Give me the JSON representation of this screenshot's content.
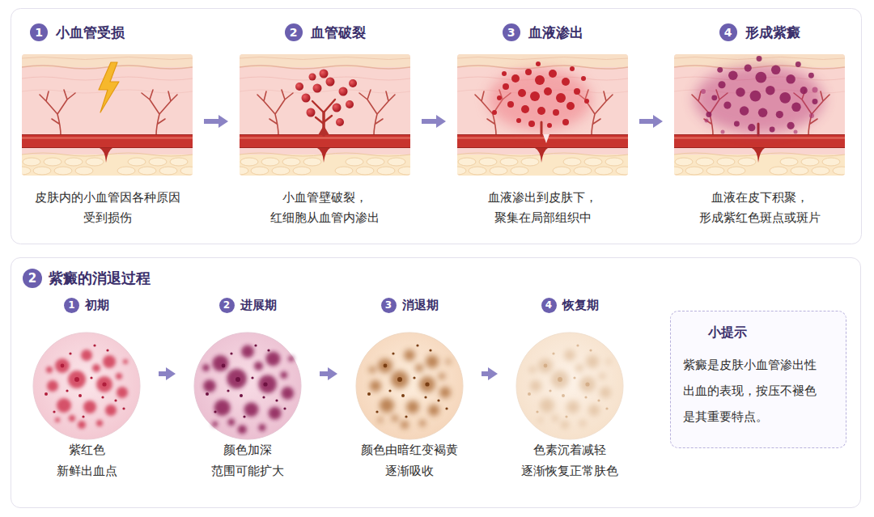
{
  "diagram": {
    "nodes": [
      {
        "text": [
          "1",
          "小血管受损",
          "皮肤内的小血管因各种原因 受到损伤"
        ]
      },
      {
        "text": [
          "2",
          "血管破裂",
          "小血管壁破裂， 红细胞从血管内渗出"
        ]
      },
      {
        "text": [
          "3",
          "血液渗出",
          "血液渗出到皮肤下， 聚集在局部组织中"
        ]
      },
      {
        "text": [
          "4",
          "形成紫癜",
          "血液在皮下积聚， 形成紫红色斑点或斑片"
        ]
      },
      {
        "text": [
          "2",
          "紫癜的消退过程"
        ]
      },
      {
        "text": [
          "1",
          "初期",
          "紫红色 新鲜出血点"
        ],
        "in": 4
      },
      {
        "text": [
          "2",
          "进展期",
          "颜色加深 范围可能扩大"
        ],
        "in": 4
      },
      {
        "text": [
          "3",
          "消退期",
          "颜色由暗红变褐黄 逐渐吸收"
        ],
        "in": 4
      },
      {
        "text": [
          "4",
          "恢复期",
          "色素沉着减轻 逐渐恢复正常肤色"
        ],
        "in": 4
      },
      {
        "text": [
          "小提示",
          "紫癜是皮肤小血管渗出性 出血的表现，按压不褪色 是其重要特点。"
        ],
        "in": 4
      }
    ],
    "edges": [
      {
        "from": 0,
        "to": 1,
        "arrow": "to"
      },
      {
        "from": 1,
        "to": 2,
        "arrow": "to"
      },
      {
        "from": 2,
        "to": 3,
        "arrow": "to"
      },
      {
        "from": 5,
        "to": 6,
        "arrow": "to"
      },
      {
        "from": 6,
        "to": 7,
        "arrow": "to"
      },
      {
        "from": 7,
        "to": 8,
        "arrow": "to"
      }
    ]
  }
}
